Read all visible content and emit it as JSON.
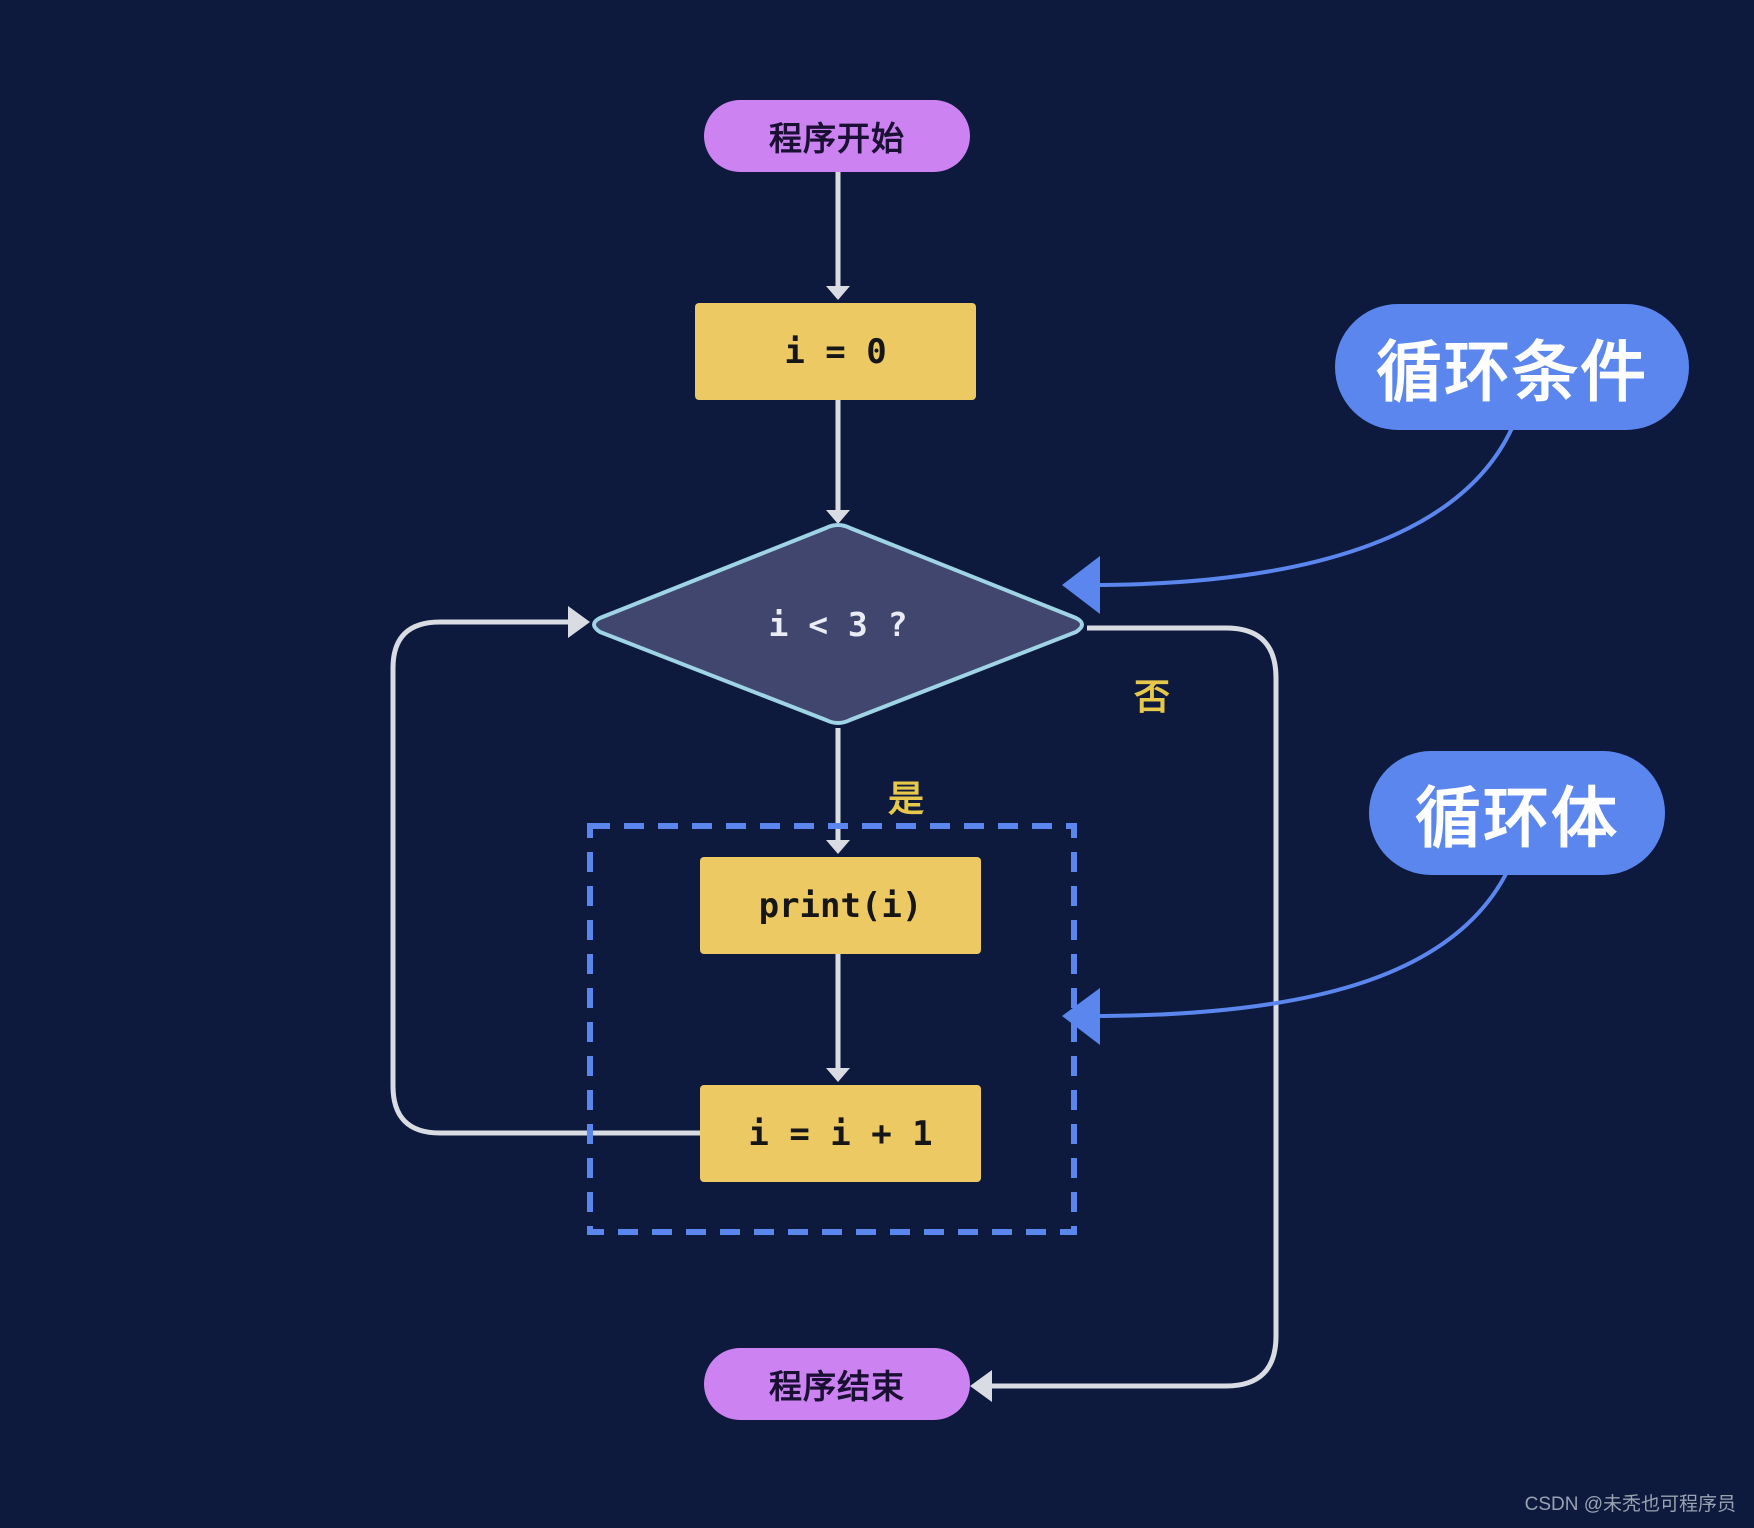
{
  "nodes": {
    "start": "程序开始",
    "init": "i = 0",
    "condition": "i < 3 ?",
    "body_print": "print(i)",
    "increment": "i = i + 1",
    "end": "程序结束"
  },
  "edge_labels": {
    "yes": "是",
    "no": "否"
  },
  "callouts": {
    "loop_condition": "循环条件",
    "loop_body": "循环体"
  },
  "watermark": "CSDN @未秃也可程序员",
  "colors": {
    "background": "#0d1a3e",
    "terminal": "#cc82f0",
    "process": "#ecc962",
    "decision_fill": "#40466e",
    "decision_border": "#9fd3e6",
    "arrow": "#d9dce3",
    "callout": "#5b86ee",
    "label": "#e6c84a"
  }
}
